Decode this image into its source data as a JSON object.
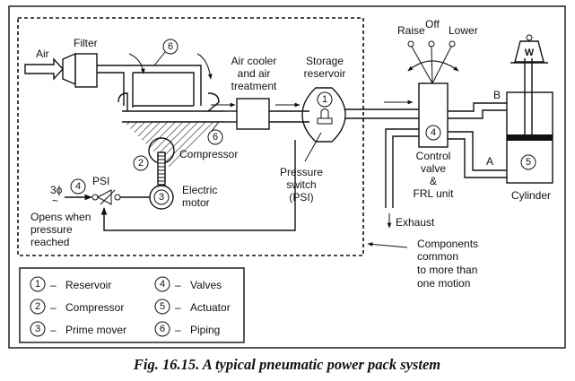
{
  "figure": {
    "caption": "Fig. 16.15. A typical pneumatic power pack system"
  },
  "labels": {
    "air": "Air",
    "filter": "Filter",
    "air_cooler": [
      "Air cooler",
      "and air",
      "treatment"
    ],
    "storage_reservoir": [
      "Storage",
      "reservoir"
    ],
    "compressor": "Compressor",
    "electric_motor": [
      "Electric",
      "motor"
    ],
    "pressure_switch": [
      "Pressure",
      "switch",
      "(PSI)"
    ],
    "psi": "PSI",
    "three_phase": "3ϕ",
    "tilde": "~",
    "opens_when": [
      "Opens when",
      "pressure",
      "reached"
    ],
    "raise": "Raise",
    "off": "Off",
    "lower": "Lower",
    "weight": "W",
    "port_b": "B",
    "port_a": "A",
    "control_valve": [
      "Control",
      "valve",
      "&",
      "FRL unit"
    ],
    "cylinder": "Cylinder",
    "exhaust": "Exhaust",
    "components_common": [
      "Components",
      "common",
      "to more than",
      "one motion"
    ]
  },
  "markers": {
    "reservoir": "1",
    "compressor": "2",
    "motor": "3",
    "valve_psi": "4",
    "control_valve": "4",
    "cylinder": "5",
    "piping_top": "6",
    "piping_bottom": "6"
  },
  "legend": {
    "items": [
      {
        "num": "1",
        "dash": "–",
        "text": "Reservoir"
      },
      {
        "num": "2",
        "dash": "–",
        "text": "Compressor"
      },
      {
        "num": "3",
        "dash": "–",
        "text": "Prime mover"
      },
      {
        "num": "4",
        "dash": "–",
        "text": "Valves"
      },
      {
        "num": "5",
        "dash": "–",
        "text": "Actuator"
      },
      {
        "num": "6",
        "dash": "–",
        "text": "Piping"
      }
    ]
  }
}
